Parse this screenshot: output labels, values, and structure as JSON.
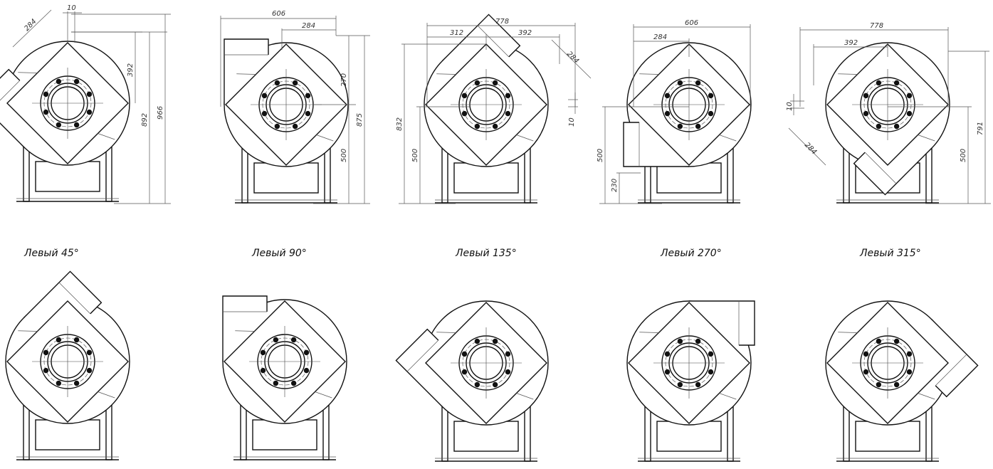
{
  "colors": {
    "line": "#111111",
    "dim_line": "#555555",
    "background": "#ffffff"
  },
  "views": [
    {
      "id": "l45",
      "caption": "Левый 45°",
      "outlet_angle": 135,
      "dims": [
        {
          "key": "a",
          "text": "10"
        },
        {
          "key": "b",
          "text": "284"
        },
        {
          "key": "c",
          "text": "392"
        },
        {
          "key": "d",
          "text": "892"
        },
        {
          "key": "e",
          "text": "966"
        }
      ]
    },
    {
      "id": "l90",
      "caption": "Левый 90°",
      "outlet_angle": 90,
      "dims": [
        {
          "key": "a",
          "text": "606"
        },
        {
          "key": "b",
          "text": "284"
        },
        {
          "key": "c",
          "text": "270"
        },
        {
          "key": "d",
          "text": "500"
        },
        {
          "key": "e",
          "text": "875"
        }
      ]
    },
    {
      "id": "l135",
      "caption": "Левый 135°",
      "outlet_angle": 45,
      "dims": [
        {
          "key": "a",
          "text": "778"
        },
        {
          "key": "b",
          "text": "312"
        },
        {
          "key": "c",
          "text": "392"
        },
        {
          "key": "d",
          "text": "284"
        },
        {
          "key": "e",
          "text": "832"
        },
        {
          "key": "f",
          "text": "500"
        },
        {
          "key": "g",
          "text": "10"
        }
      ]
    },
    {
      "id": "l270",
      "caption": "Левый 270°",
      "outlet_angle": 180,
      "dims": [
        {
          "key": "a",
          "text": "606"
        },
        {
          "key": "b",
          "text": "284"
        },
        {
          "key": "c",
          "text": "500"
        },
        {
          "key": "d",
          "text": "230"
        }
      ]
    },
    {
      "id": "l315",
      "caption": "Левый 315°",
      "outlet_angle": 225,
      "dims": [
        {
          "key": "a",
          "text": "778"
        },
        {
          "key": "b",
          "text": "392"
        },
        {
          "key": "c",
          "text": "10"
        },
        {
          "key": "d",
          "text": "284"
        },
        {
          "key": "e",
          "text": "500"
        },
        {
          "key": "f",
          "text": "791"
        }
      ]
    }
  ],
  "bottom_row": [
    {
      "id": "r45",
      "outlet_angle": 45
    },
    {
      "id": "r90",
      "outlet_angle": 90
    },
    {
      "id": "r135",
      "outlet_angle": 135
    },
    {
      "id": "r270",
      "outlet_angle": 0
    },
    {
      "id": "r315",
      "outlet_angle": 315
    }
  ]
}
